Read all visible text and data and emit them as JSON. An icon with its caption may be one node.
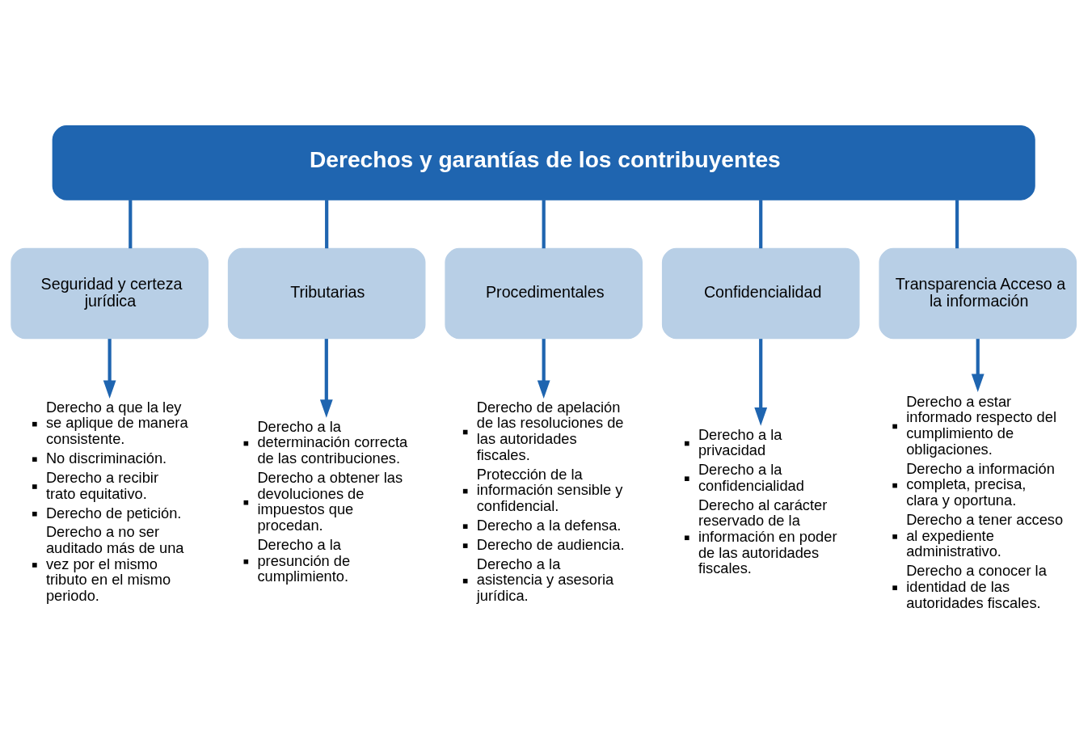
{
  "diagram": {
    "nodes": [
      {
        "text": [
          "Derechos y garantías de los contribuyentes"
        ]
      },
      {
        "text": [
          "Seguridad y certeza jurídica"
        ]
      },
      {
        "text": [
          "Tributarias"
        ]
      },
      {
        "text": [
          "Procedimentales"
        ]
      },
      {
        "text": [
          "Confidencialidad"
        ]
      },
      {
        "text": [
          "Transparencia Acceso a la información"
        ]
      },
      {
        "text": [
          "Derecho a que la ley se aplique de manera consistente.",
          "No discriminación.",
          "Derecho a recibir trato equitativo.",
          "Derecho de petición.",
          "Derecho a no ser auditado más de una vez por el mismo tributo en el mismo periodo."
        ]
      },
      {
        "text": [
          "Derecho a la determinación correcta de las contribuciones.",
          "Derecho a obtener las devoluciones de impuestos que procedan.",
          "Derecho a la presunción de cumplimiento."
        ]
      },
      {
        "text": [
          "Derecho de apelación de las resoluciones de las autoridades fiscales.",
          "Protección de la información sensible y confidencial.",
          "Derecho a la defensa.",
          "Derecho de audiencia.",
          "Derecho a la asistencia y asesoria jurídica."
        ]
      },
      {
        "text": [
          "Derecho a la privacidad",
          "Derecho a la confidencialidad",
          "Derecho al carácter reservado de la información en poder de las autoridades fiscales."
        ]
      },
      {
        "text": [
          "Derecho a estar informado respecto del cumplimiento de obligaciones.",
          "Derecho a información completa, precisa, clara y oportuna.",
          "Derecho a tener acceso al expediente administrativo.",
          "Derecho a conocer la identidad de las autoridades fiscales."
        ]
      }
    ],
    "edges": [
      {
        "from": 0,
        "to": 1,
        "arrow": "none"
      },
      {
        "from": 0,
        "to": 2,
        "arrow": "none"
      },
      {
        "from": 0,
        "to": 3,
        "arrow": "none"
      },
      {
        "from": 0,
        "to": 4,
        "arrow": "none"
      },
      {
        "from": 0,
        "to": 5,
        "arrow": "none"
      },
      {
        "from": 1,
        "to": 6,
        "arrow": "to"
      },
      {
        "from": 2,
        "to": 7,
        "arrow": "to"
      },
      {
        "from": 3,
        "to": 8,
        "arrow": "to"
      },
      {
        "from": 4,
        "to": 9,
        "arrow": "to"
      },
      {
        "from": 5,
        "to": 10,
        "arrow": "to"
      }
    ]
  }
}
